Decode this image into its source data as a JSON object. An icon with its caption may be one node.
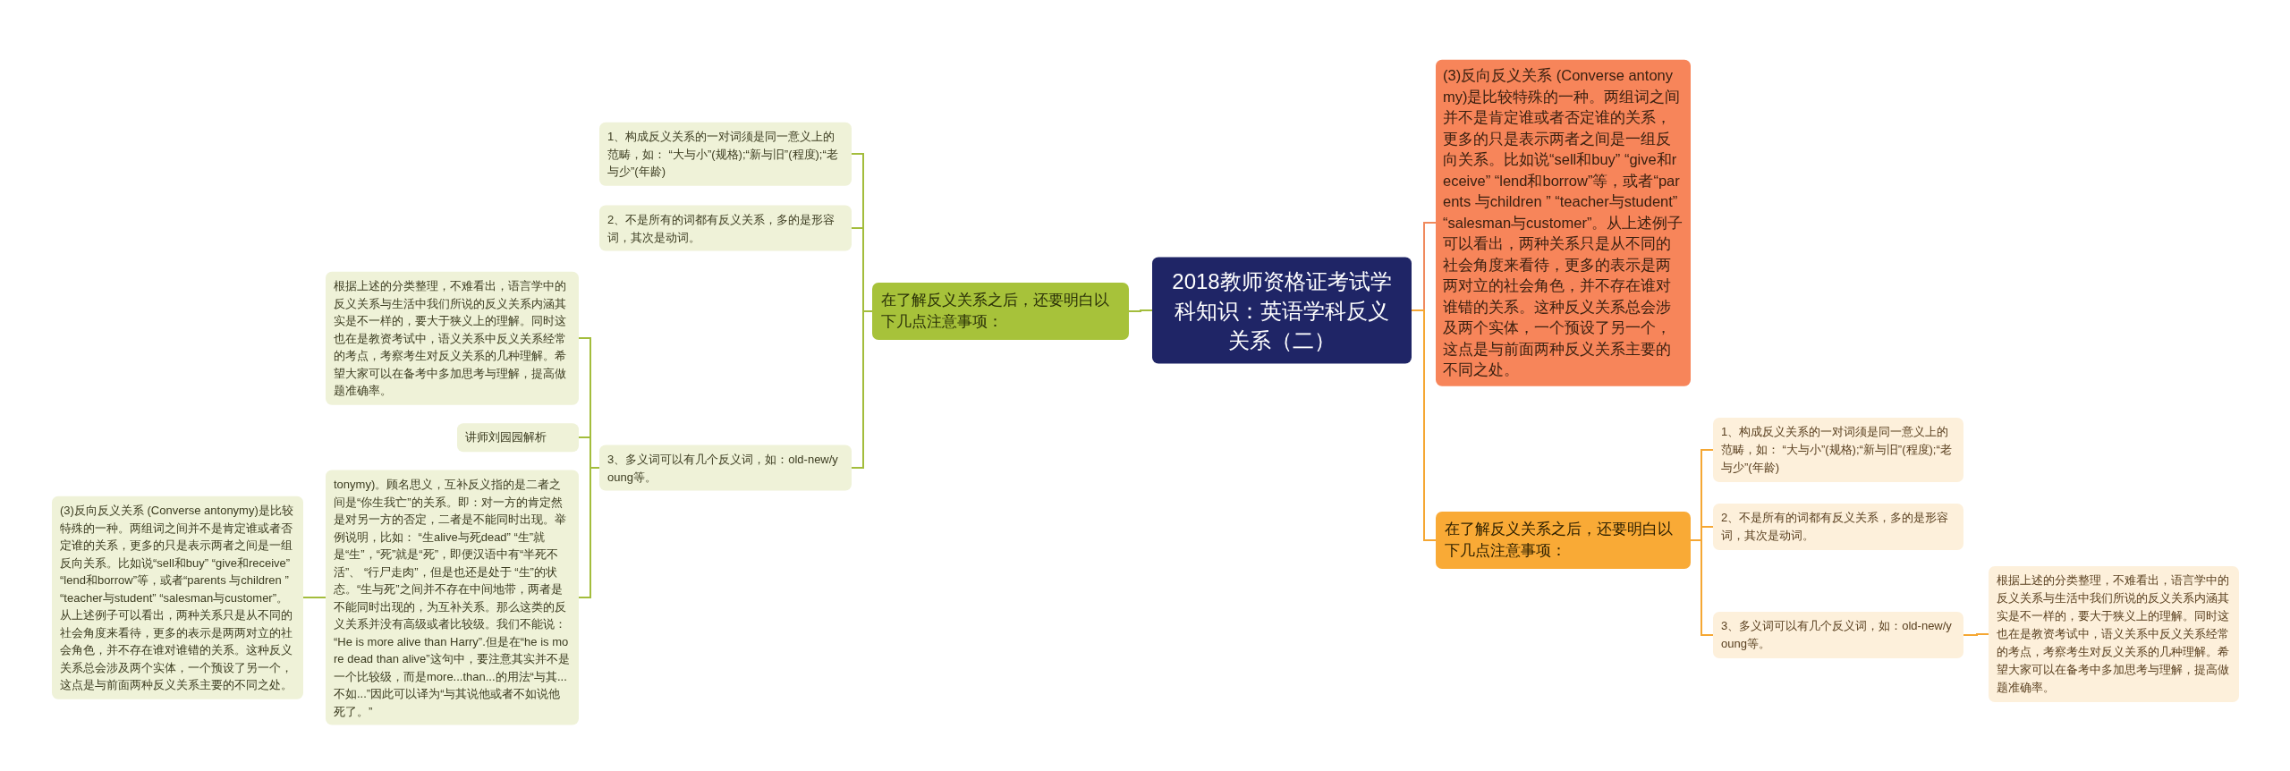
{
  "diagram": {
    "nodes": [
      {
        "text": [
          "2018教师资格证考试学科知识：英语学科反义关系（二）"
        ]
      },
      {
        "text": [
          "(3)反向反义关系 (Converse antonymy)是比较特殊的一种。两组词之间并不是肯定谁或者否定谁的关系，更多的只是表示两者之间是一组反向关系。比如说“sell和buy” “give和receive” “lend和borrow”等，或者“parents 与children ” “teacher与student” “salesman与customer”。从上述例子可以看出，两种关系只是从不同的社会角度来看待，更多的表示是两两对立的社会角色，并不存在谁对谁错的关系。这种反义关系总会涉及两个实体，一个预设了另一个，这点是与前面两种反义关系主要的不同之处。"
        ]
      },
      {
        "text": [
          "在了解反义关系之后，还要明白以下几点注意事项："
        ]
      },
      {
        "text": [
          "1、构成反义关系的一对词须是同一意义上的范畴，如： “大与小”(规格);“新与旧”(程度);“老与少”(年龄)"
        ]
      },
      {
        "text": [
          "2、不是所有的词都有反义关系，多的是形容词，其次是动词。"
        ]
      },
      {
        "text": [
          "3、多义词可以有几个反义词，如：old-new/young等。"
        ]
      },
      {
        "text": [
          "根据上述的分类整理，不难看出，语言学中的反义关系与生活中我们所说的反义关系内涵其实是不一样的，要大于狭义上的理解。同时这也在是教资考试中，语义关系中反义关系经常的考点，考察考生对反义关系的几种理解。希望大家可以在备考中多加思考与理解，提高做题准确率。"
        ]
      },
      {
        "text": [
          "在了解反义关系之后，还要明白以下几点注意事项："
        ]
      },
      {
        "text": [
          "1、构成反义关系的一对词须是同一意义上的范畴，如： “大与小”(规格);“新与旧”(程度);“老与少”(年龄)"
        ]
      },
      {
        "text": [
          "2、不是所有的词都有反义关系，多的是形容词，其次是动词。"
        ]
      },
      {
        "text": [
          "3、多义词可以有几个反义词，如：old-new/young等。"
        ]
      },
      {
        "text": [
          "根据上述的分类整理，不难看出，语言学中的反义关系与生活中我们所说的反义关系内涵其实是不一样的，要大于狭义上的理解。同时这也在是教资考试中，语义关系中反义关系经常的考点，考察考生对反义关系的几种理解。希望大家可以在备考中多加思考与理解，提高做题准确率。"
        ]
      },
      {
        "text": [
          "讲师刘园园解析"
        ]
      },
      {
        "text": [
          "tonymy)。顾名思义，互补反义指的是二者之间是“你生我亡”的关系。即：对一方的肯定然是对另一方的否定，二者是不能同时出现。举例说明，比如： “生alive与死dead” “生”就是“生”，“死”就是“死”，即便汉语中有“半死不活”、 “行尸走肉”，但是也还是处于 “生”的状态。“生与死”之间并不存在中间地带，两者是不能同时出现的，为互补关系。那么这类的反义关系并没有高级或者比较级。我们不能说： “He is more alive than Harry”.但是在“he is more dead than alive”这句中，要注意其实并不是一个比较级，而是more...than...的用法“与其...不如...”因此可以译为“与其说他或者不如说他死了。”"
        ]
      },
      {
        "text": [
          "(3)反向反义关系 (Converse antonymy)是比较特殊的一种。两组词之间并不是肯定谁或者否定谁的关系，更多的只是表示两者之间是一组反向关系。比如说“sell和buy” “give和receive” “lend和borrow”等，或者“parents 与children ” “teacher与student” “salesman与customer”。从上述例子可以看出，两种关系只是从不同的社会角度来看待，更多的表示是两两对立的社会角色，并不存在谁对谁错的关系。这种反义关系总会涉及两个实体，一个预设了另一个，这点是与前面两种反义关系主要的不同之处。"
        ]
      }
    ],
    "edges": [
      {
        "from": 0,
        "to": 1,
        "arrow": "none",
        "color": "#f08a5d"
      },
      {
        "from": 0,
        "to": 2,
        "arrow": "none",
        "color": "#f5a733"
      },
      {
        "from": 2,
        "to": 3,
        "arrow": "none",
        "color": "#f5a733"
      },
      {
        "from": 2,
        "to": 4,
        "arrow": "none",
        "color": "#f5a733"
      },
      {
        "from": 2,
        "to": 5,
        "arrow": "none",
        "color": "#f5a733"
      },
      {
        "from": 5,
        "to": 6,
        "arrow": "none",
        "color": "#f5a733"
      },
      {
        "from": 0,
        "to": 7,
        "arrow": "none"
      },
      {
        "from": 7,
        "to": 8,
        "arrow": "none"
      },
      {
        "from": 7,
        "to": 9,
        "arrow": "none"
      },
      {
        "from": 7,
        "to": 10,
        "arrow": "none"
      },
      {
        "from": 10,
        "to": 11,
        "arrow": "none"
      },
      {
        "from": 10,
        "to": 12,
        "arrow": "none"
      },
      {
        "from": 10,
        "to": 13,
        "arrow": "none"
      },
      {
        "from": 13,
        "to": 14,
        "arrow": "none"
      }
    ]
  }
}
